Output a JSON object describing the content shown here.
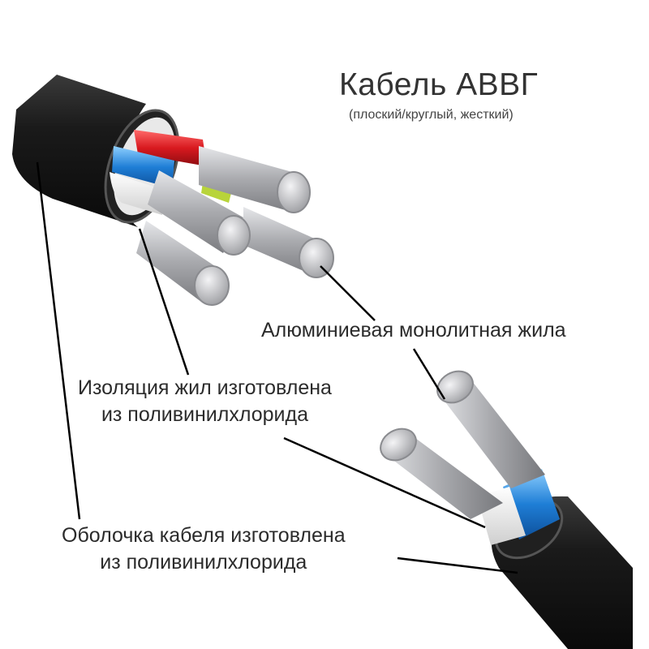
{
  "title": "Кабель АВВГ",
  "subtitle": "(плоский/круглый, жесткий)",
  "labels": {
    "core": "Алюминиевая монолитная жила",
    "insulation_line1": "Изоляция жил изготовлена",
    "insulation_line2": "из поливинилхлорида",
    "sheath_line1": "Оболочка кабеля изготовлена",
    "sheath_line2": "из поливинилхлорида"
  },
  "colors": {
    "sheath": "#151515",
    "aluminum": "#b8b9bd",
    "insulation_red": "#d8191f",
    "insulation_blue": "#1f7ed6",
    "insulation_white": "#efefef",
    "insulation_yellow_green": "#b8d43a",
    "leader_line": "#000000"
  }
}
